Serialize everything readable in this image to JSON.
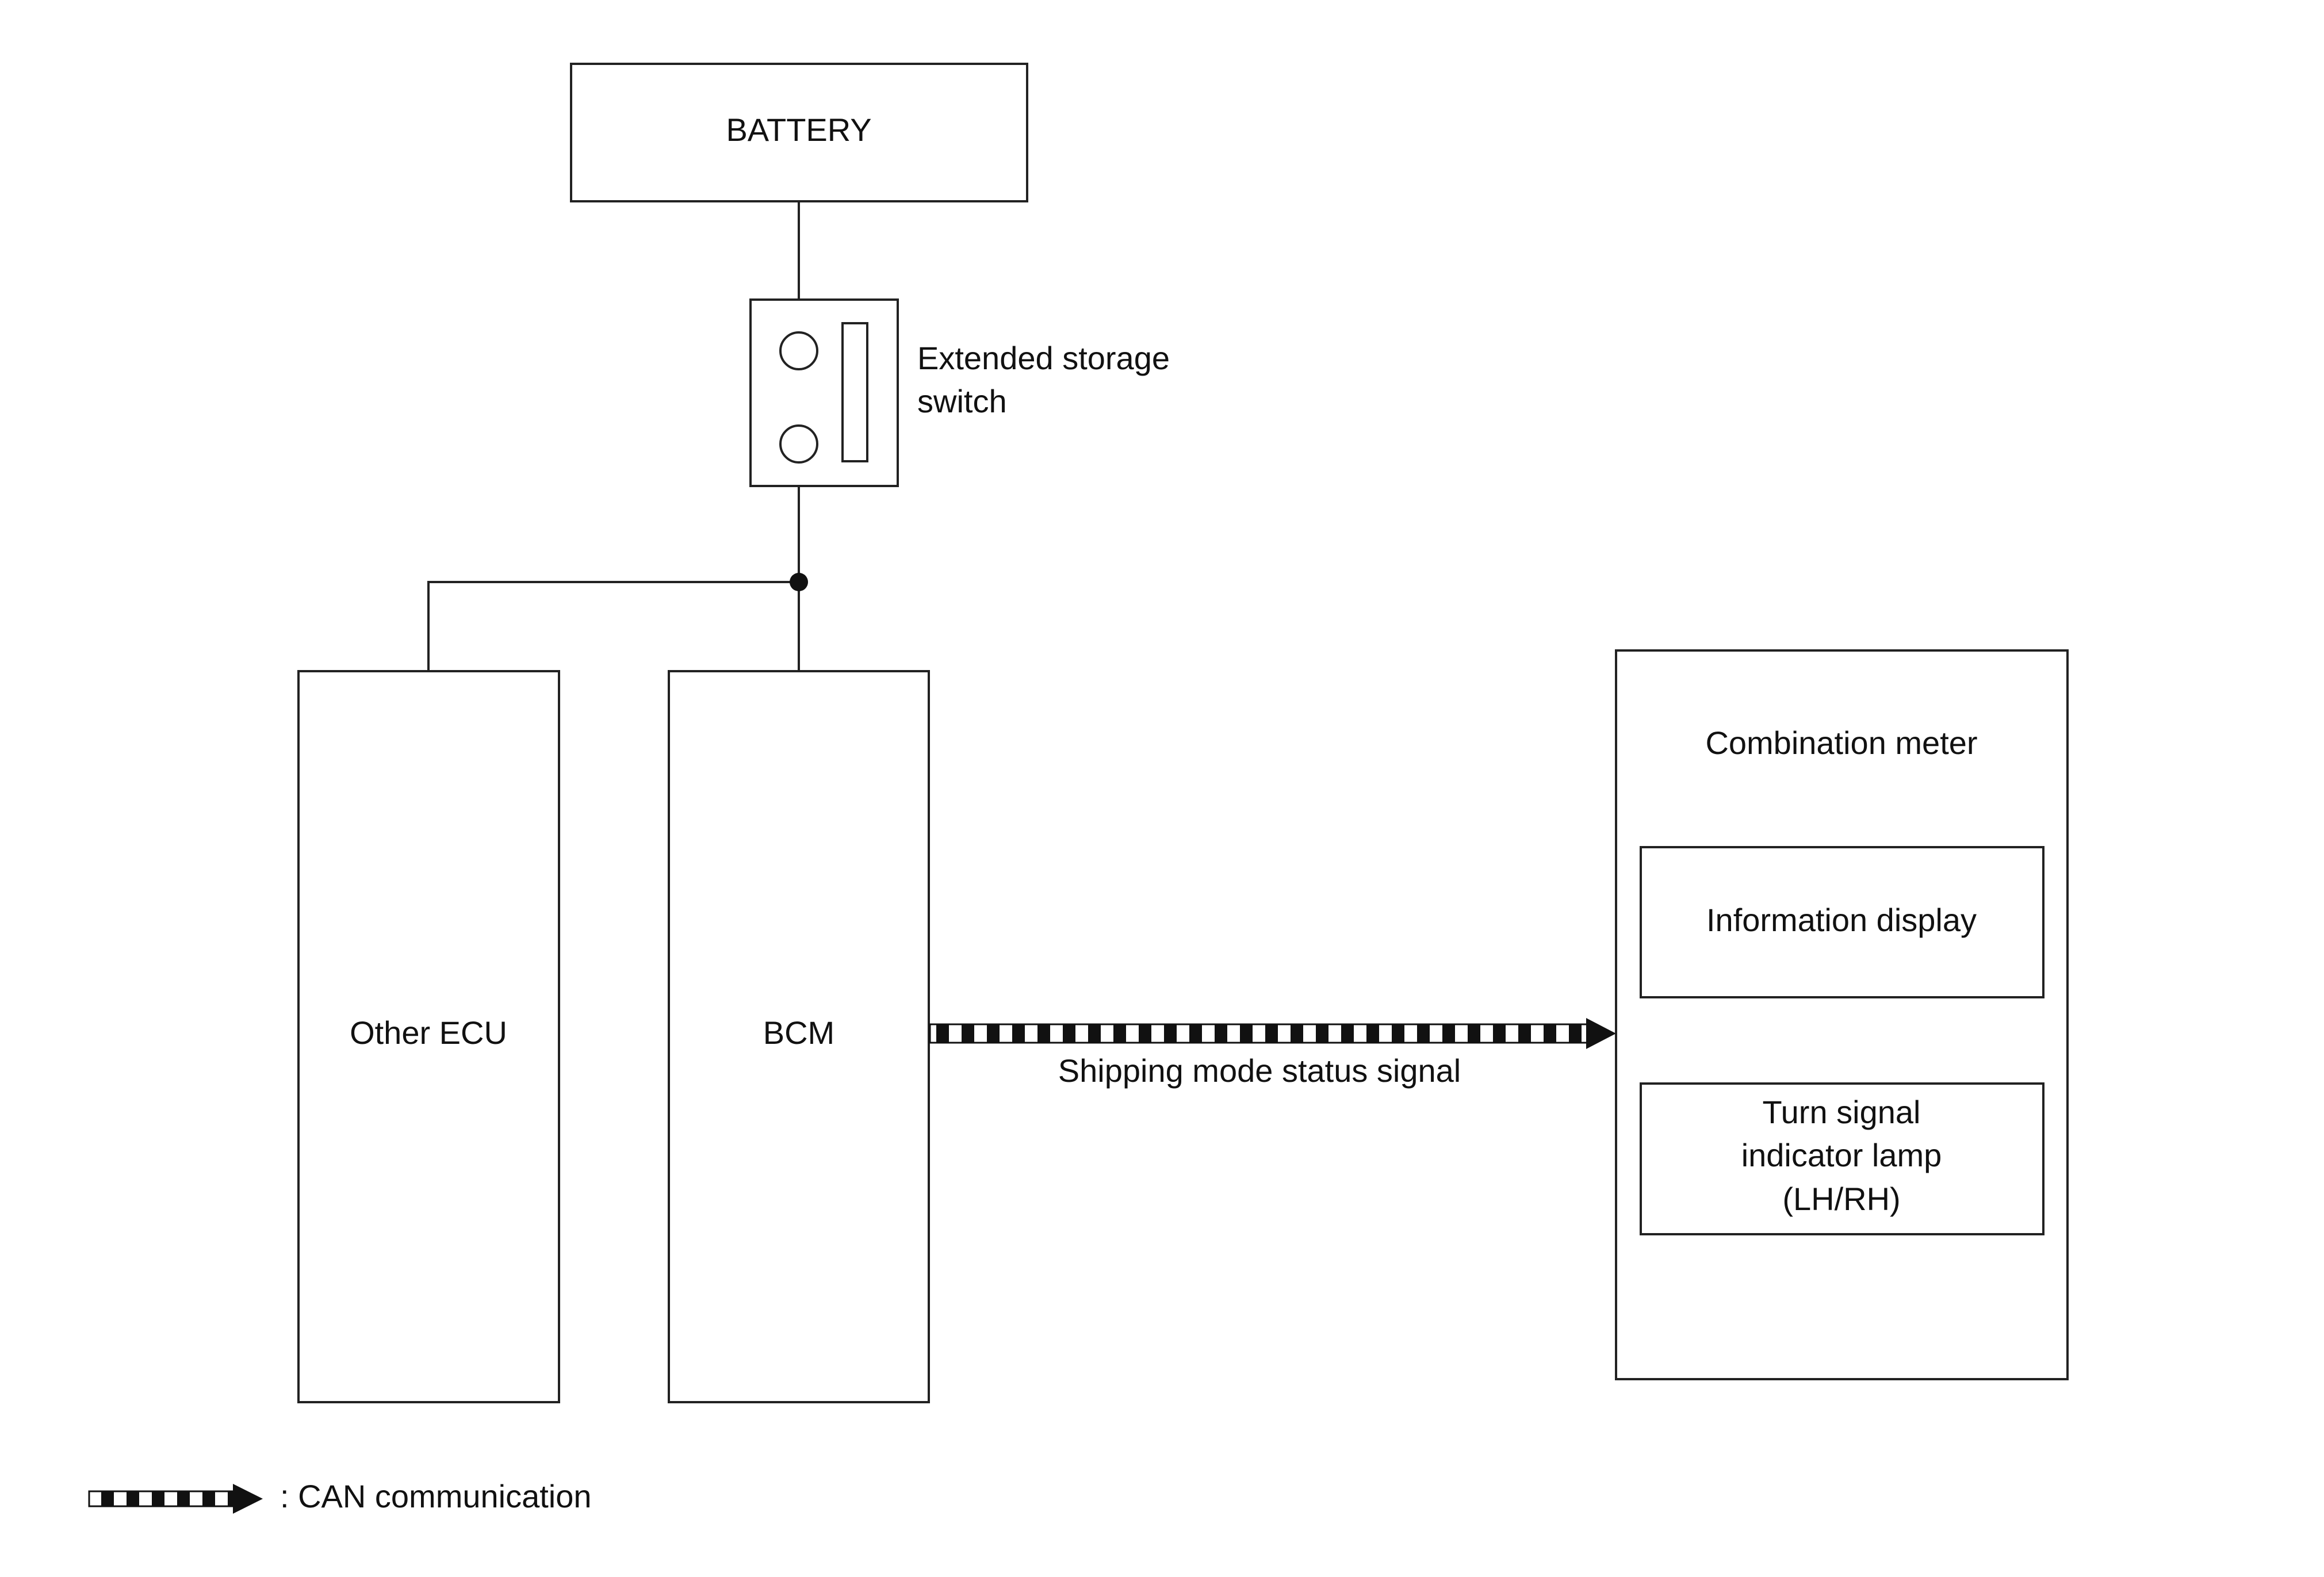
{
  "battery": {
    "label": "BATTERY"
  },
  "extended_storage_switch": {
    "label_line1": "Extended storage",
    "label_line2": "switch"
  },
  "other_ecu": {
    "label": "Other ECU"
  },
  "bcm": {
    "label": "BCM"
  },
  "combination_meter": {
    "label": "Combination meter",
    "information_display": {
      "label": "Information display"
    },
    "turn_signal_lamp": {
      "line1": "Turn signal",
      "line2": "indicator lamp",
      "line3": "(LH/RH)"
    }
  },
  "signal": {
    "label": "Shipping mode status signal"
  },
  "legend": {
    "label": ": CAN communication"
  },
  "colors": {
    "line": "#222222",
    "background": "#ffffff"
  }
}
